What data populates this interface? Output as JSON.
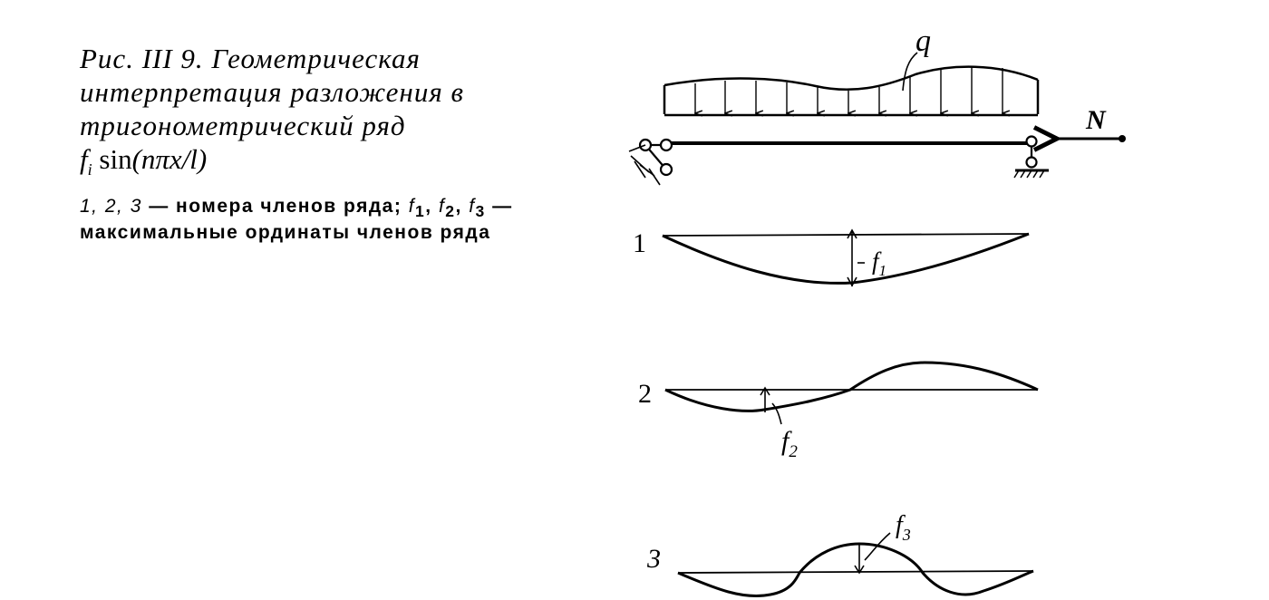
{
  "caption": {
    "title": "Рис. III 9. Геометрическая интерпретация разложения в тригонометрический ряд",
    "formula_fi": "f",
    "formula_fi_sub": "i",
    "formula_sin": " sin",
    "formula_arg": "(nπx/l)",
    "legend_numbers": "1, 2, 3",
    "legend_part1": " — номера членов ряда; ",
    "legend_f": "f",
    "legend_f1_sub": "1",
    "legend_f2_sub": "2",
    "legend_f3_sub": "3",
    "legend_part2": " — максимальные ординаты членов ряда"
  },
  "beam": {
    "load_label": "q",
    "axial_force_label": "N"
  },
  "modes": [
    {
      "number": "1",
      "ordinate_letter": "f",
      "ordinate_sub": "1"
    },
    {
      "number": "2",
      "ordinate_letter": "f",
      "ordinate_sub": "2"
    },
    {
      "number": "3",
      "ordinate_letter": "f",
      "ordinate_sub": "3"
    }
  ]
}
